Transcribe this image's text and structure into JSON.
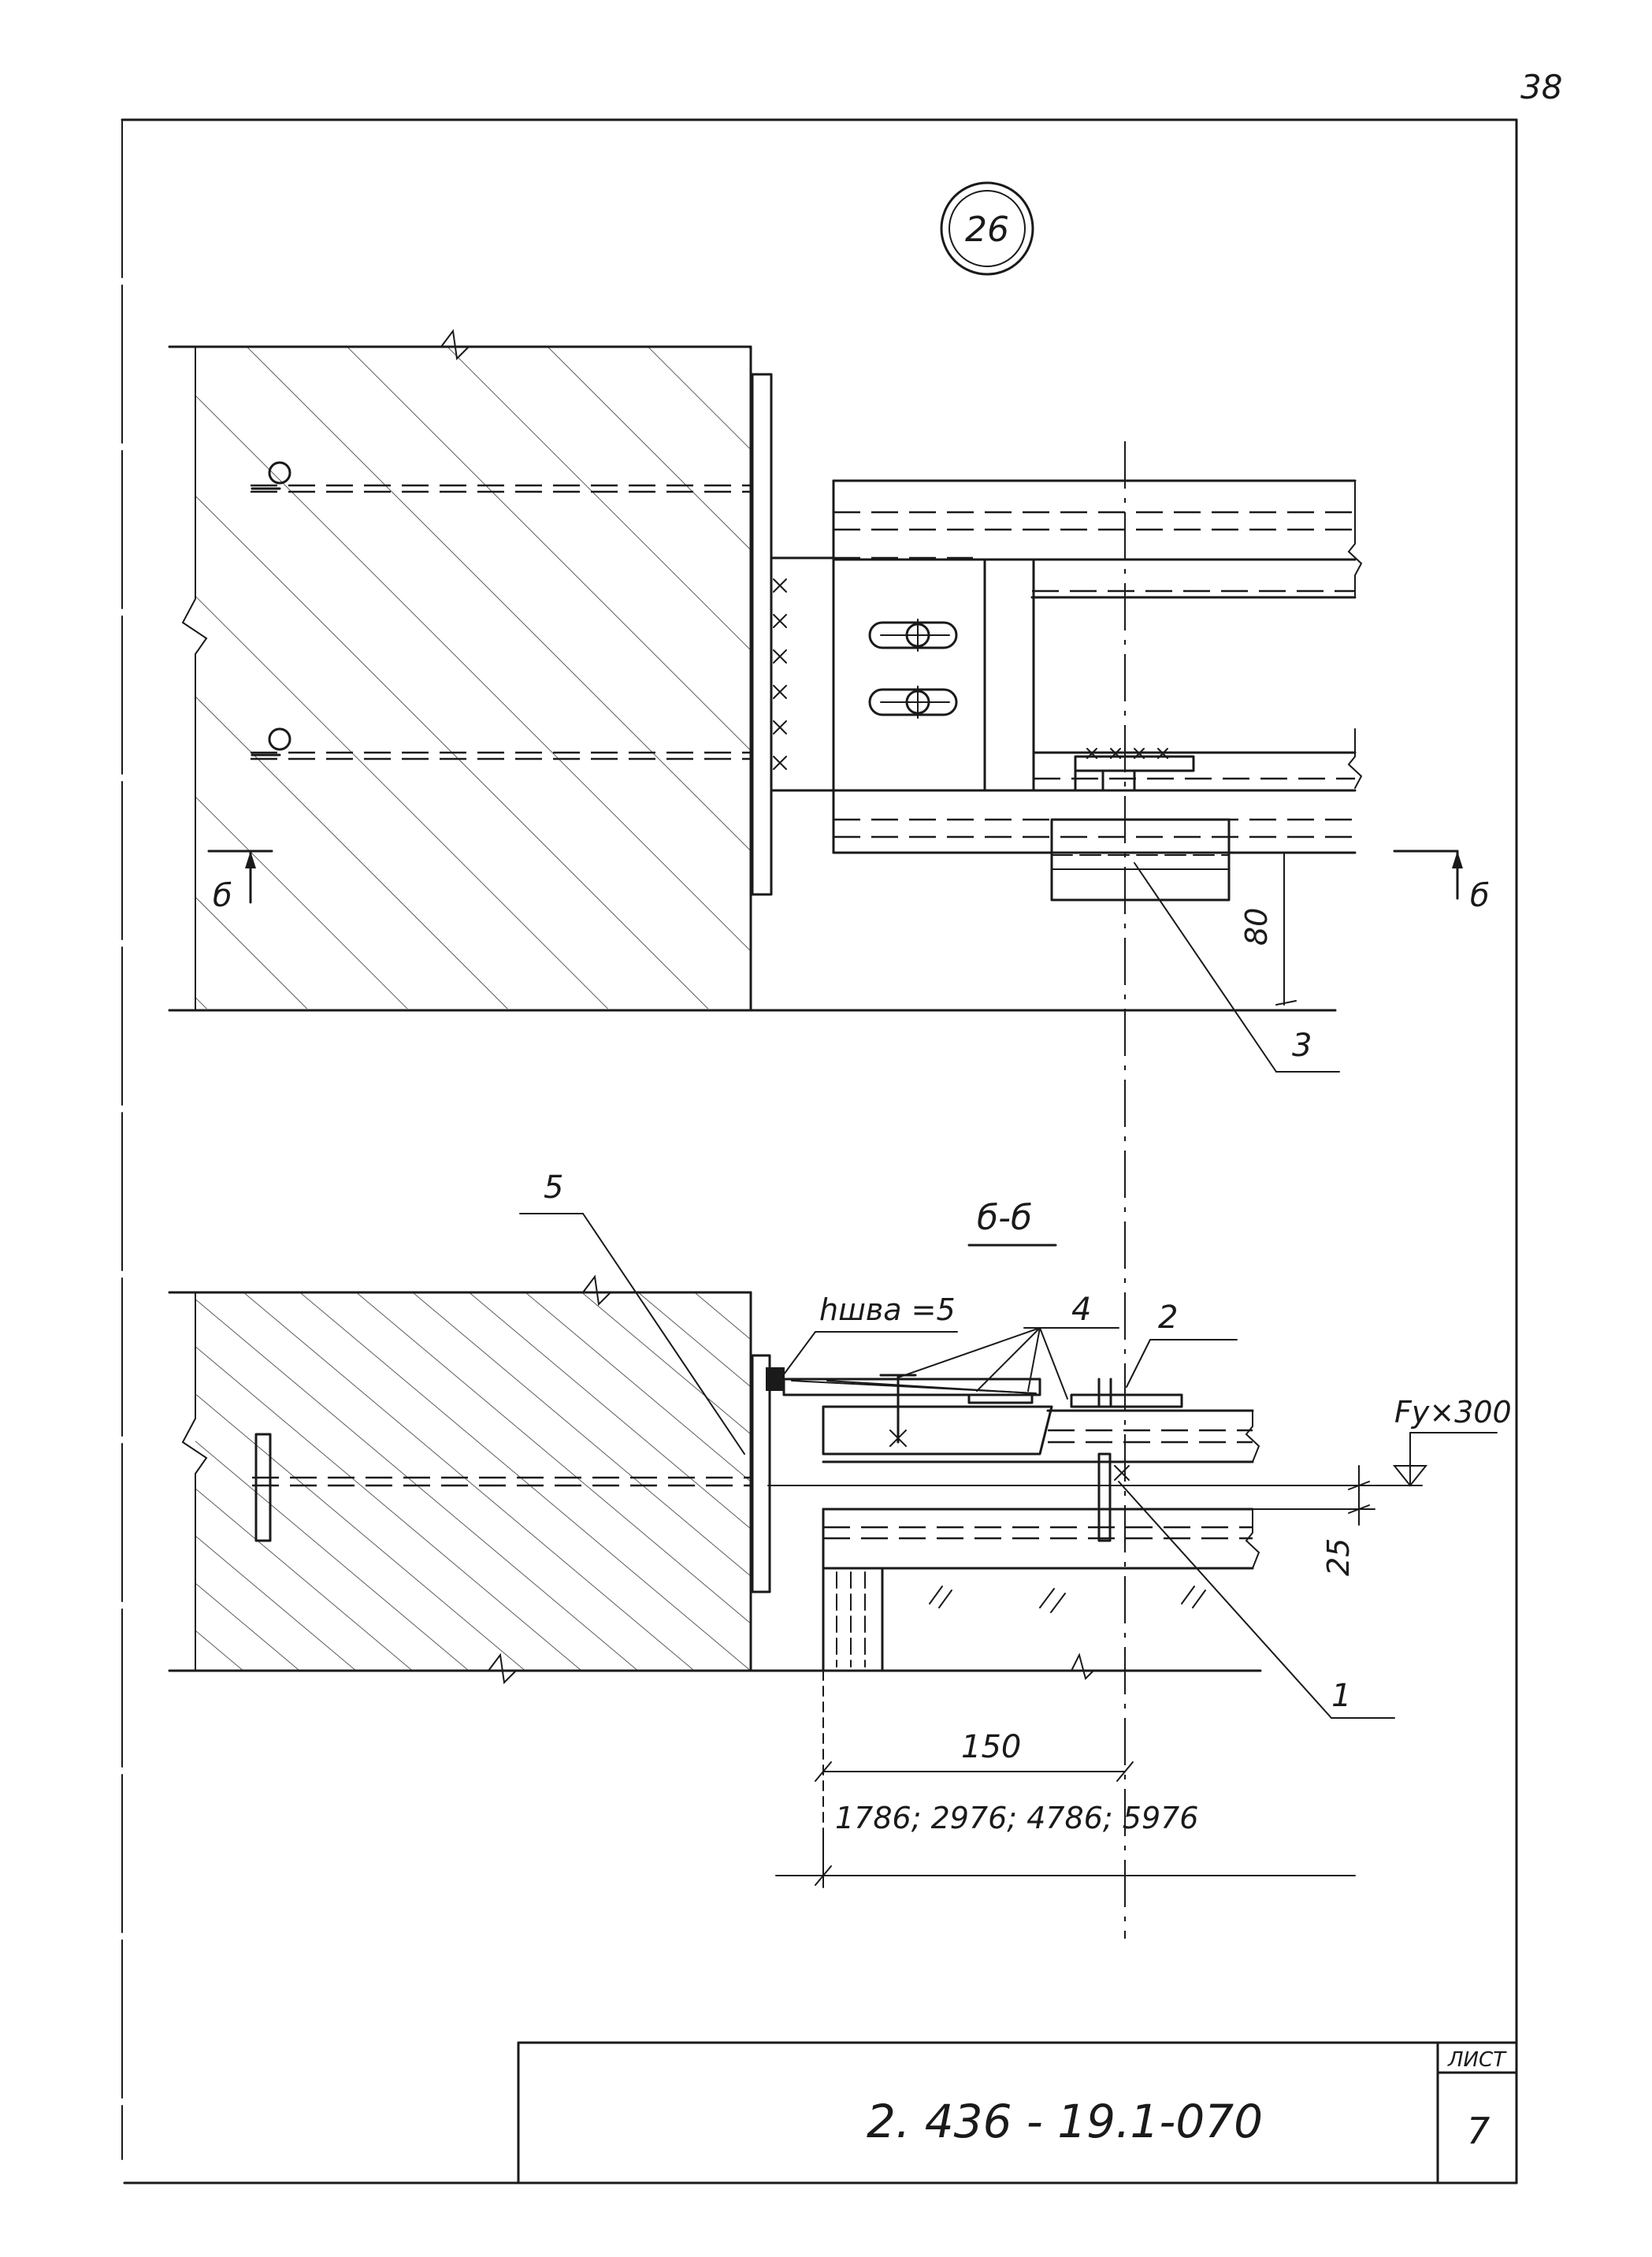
{
  "page_number": "38",
  "node_label": "26",
  "section_marks": {
    "left": "б",
    "right": "б"
  },
  "section_title": "б-б",
  "dims": {
    "d80": "80",
    "d25": "25",
    "d150": "150",
    "steps": "1786; 2976; 4786; 5976"
  },
  "callouts": {
    "c1": "1",
    "c2": "2",
    "c3": "3",
    "c4": "4",
    "c5": "5"
  },
  "weld_note": "hшва =5",
  "level_note": "Fy×300",
  "stamp": {
    "doc_code": "2. 436 - 19.1-070",
    "sheet_label": "ЛИСТ",
    "sheet_number": "7"
  }
}
